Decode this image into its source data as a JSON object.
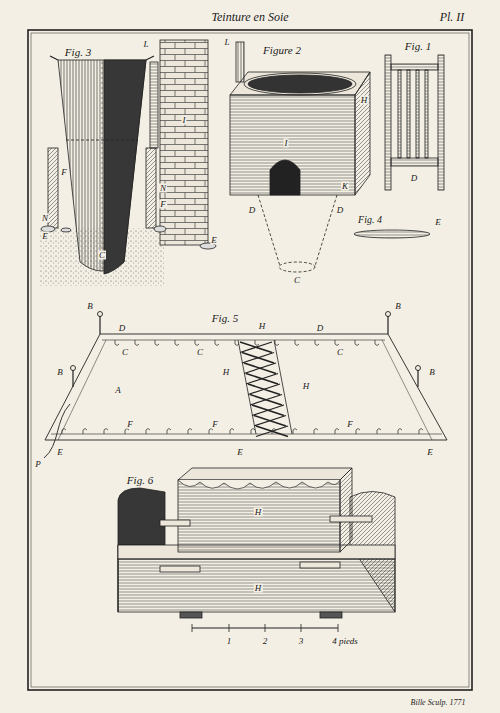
{
  "diagram": {
    "title": "Teinture en Soie",
    "labels": [
      "Pl. II",
      "Fig. 3",
      "L",
      "I",
      "F",
      "N",
      "E",
      "C",
      "N",
      "F",
      "E",
      "Figure 2",
      "L",
      "H",
      "I",
      "K",
      "D",
      "D",
      "C",
      "Fig. 1",
      "D",
      "Fig. 4",
      "E",
      "Fig. 5",
      "B",
      "D",
      "D",
      "H",
      "B",
      "C",
      "C",
      "C",
      "H",
      "H",
      "A",
      "B",
      "B",
      "P",
      "F",
      "F",
      "F",
      "E",
      "E",
      "E",
      "Fig. 6",
      "H",
      "H",
      "1",
      "2",
      "3",
      "4 pieds",
      "Bille Sculp. 1771"
    ]
  }
}
